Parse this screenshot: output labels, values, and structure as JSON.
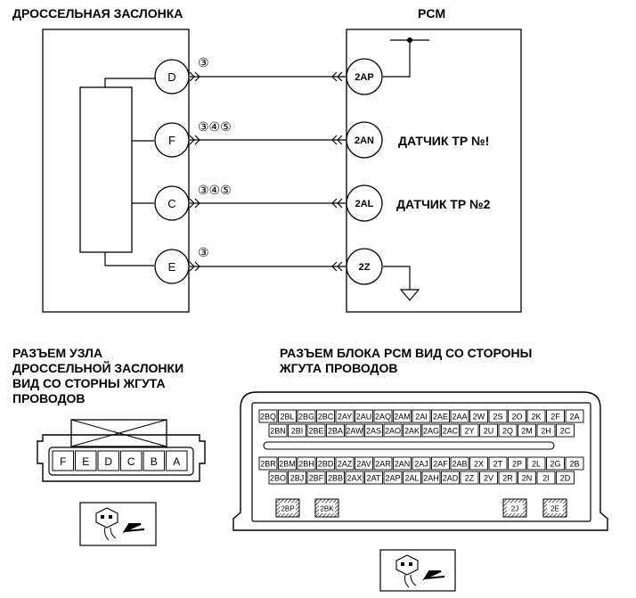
{
  "titles": {
    "throttle_body": "ДРОССЕЛЬНАЯ ЗАСЛОНКА",
    "pcm": "PCM",
    "throttle_connector": [
      "РАЗЪЕМ УЗЛА",
      "ДРОССЕЛЬНОЙ ЗАСЛОНКИ",
      "ВИД СО СТОРНЫ ЖГУТА",
      "ПРОВОДОВ"
    ],
    "pcm_connector": [
      "РАЗЪЕМ БЛОКА PCM ВИД СО СТОРОНЫ",
      "ЖГУТА ПРОВОДОВ"
    ]
  },
  "wiring": [
    {
      "tb_pin": "D",
      "pcm_pin": "2AP",
      "circled": "③",
      "label": ""
    },
    {
      "tb_pin": "F",
      "pcm_pin": "2AN",
      "circled": "③④⑤",
      "label": "ДАТЧИК ТР №!"
    },
    {
      "tb_pin": "C",
      "pcm_pin": "2AL",
      "circled": "③④⑤",
      "label": "ДАТЧИК ТР №2"
    },
    {
      "tb_pin": "E",
      "pcm_pin": "2Z",
      "circled": "③",
      "label": ""
    }
  ],
  "throttle_connector_pins": [
    "F",
    "E",
    "D",
    "C",
    "B",
    "A"
  ],
  "pcm_connector_rows": [
    [
      "2BQ",
      "2BL",
      "2BG",
      "2BC",
      "2AY",
      "2AU",
      "2AQ",
      "2AM",
      "2AI",
      "2AE",
      "2AA",
      "2W",
      "2S",
      "2O",
      "2K",
      "2F",
      "2A"
    ],
    [
      "2BN",
      "2BI",
      "2BE",
      "2BA",
      "2AW",
      "2AS",
      "2AO",
      "2AK",
      "2AG",
      "2AC",
      "2Y",
      "2U",
      "2Q",
      "2M",
      "2H",
      "2C"
    ],
    [
      "2BR",
      "2BM",
      "2BH",
      "2BD",
      "2AZ",
      "2AV",
      "2AR",
      "2AN",
      "2AJ",
      "2AF",
      "2AB",
      "2X",
      "2T",
      "2P",
      "2L",
      "2G",
      "2B"
    ],
    [
      "2BO",
      "2BJ",
      "2BF",
      "2BB",
      "2AX",
      "2AT",
      "2AP",
      "2AL",
      "2AH",
      "2AD",
      "2Z",
      "2V",
      "2R",
      "2N",
      "2I",
      "2D"
    ]
  ],
  "pcm_connector_bottom": [
    "2BP",
    "2BK",
    "2J",
    "2E"
  ]
}
